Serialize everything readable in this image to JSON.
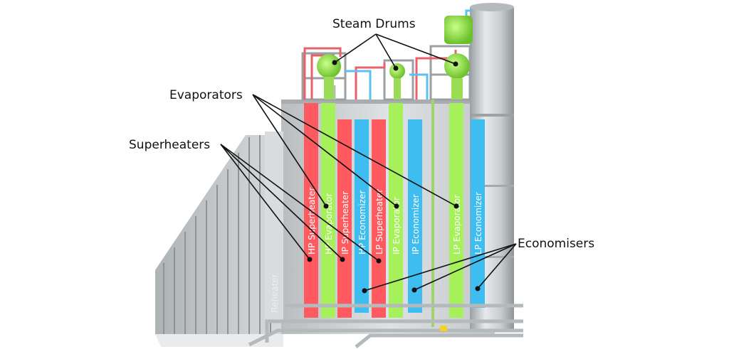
{
  "callouts": {
    "steam_drums": "Steam Drums",
    "evaporators": "Evaporators",
    "superheaters": "Superheaters",
    "economisers": "Economisers"
  },
  "sections": {
    "hp_superheater": "HP Superheater",
    "hp_evaporator": "HP Evaporator",
    "ip_superheater": "IP Superheater",
    "hp_economizer": "HP Economizer",
    "lp_superheater": "LP Superheater",
    "ip_evaporator": "IP Evaporator",
    "ip_economizer": "IP Economizer",
    "lp_evaporator": "LP Evaporator",
    "lp_economizer": "LP Economizer",
    "reheater": "Reheater"
  },
  "colors": {
    "superheater": "#ff5a5f",
    "evaporator": "#a6f05a",
    "economizer": "#3dbdf0",
    "casing": "#cdd1d4",
    "drum": "#8de04a",
    "pipe_red": "#e8626a",
    "pipe_blue": "#5cc0f0"
  }
}
